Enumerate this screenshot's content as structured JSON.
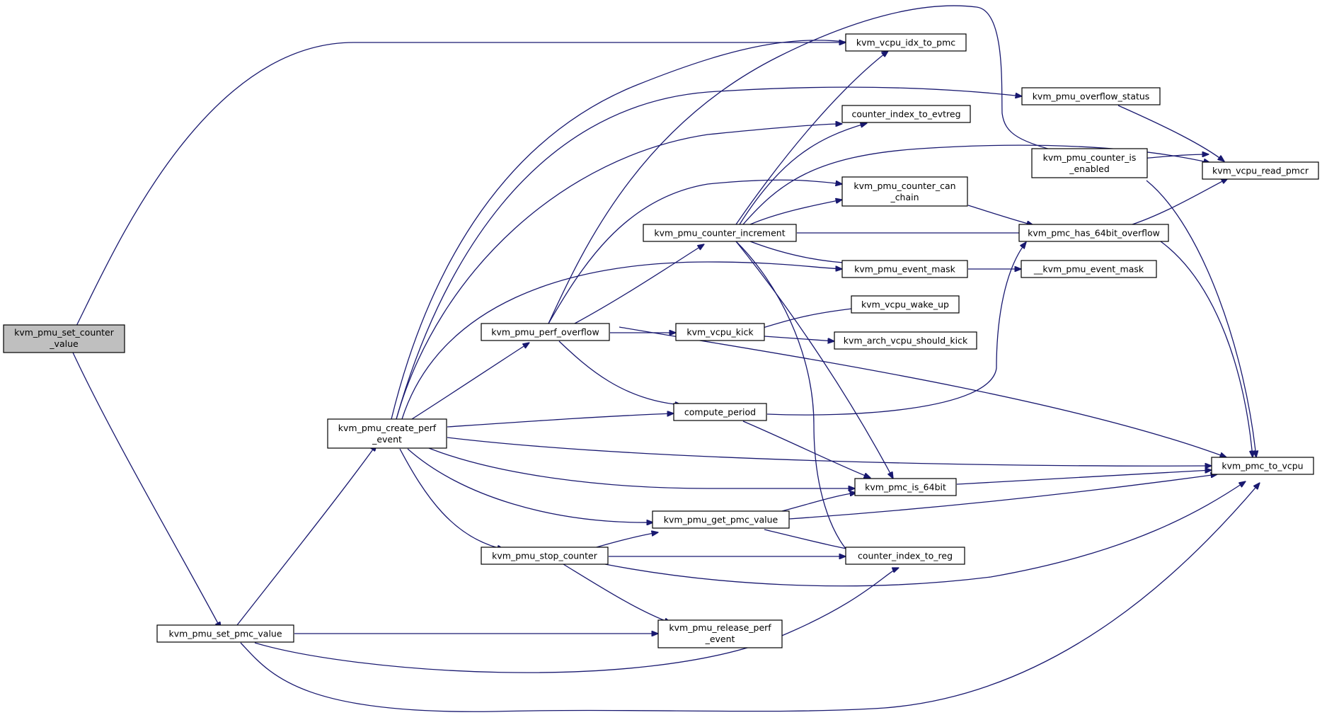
{
  "colors": {
    "edge": "#191970",
    "node_fill": "#ffffff",
    "focus_fill": "#bfbfbf",
    "border": "#000000"
  },
  "nodes": [
    {
      "id": "set_counter",
      "lines": [
        "kvm_pmu_set_counter",
        "_value"
      ],
      "focus": true
    },
    {
      "id": "create_perf",
      "lines": [
        "kvm_pmu_create_perf",
        "_event"
      ]
    },
    {
      "id": "set_pmc",
      "lines": [
        "kvm_pmu_set_pmc_value"
      ]
    },
    {
      "id": "perf_overflow",
      "lines": [
        "kvm_pmu_perf_overflow"
      ]
    },
    {
      "id": "stop_counter",
      "lines": [
        "kvm_pmu_stop_counter"
      ]
    },
    {
      "id": "counter_incr",
      "lines": [
        "kvm_pmu_counter_increment"
      ]
    },
    {
      "id": "vcpu_kick",
      "lines": [
        "kvm_vcpu_kick"
      ]
    },
    {
      "id": "compute_period",
      "lines": [
        "compute_period"
      ]
    },
    {
      "id": "get_pmc",
      "lines": [
        "kvm_pmu_get_pmc_value"
      ]
    },
    {
      "id": "release_perf",
      "lines": [
        "kvm_pmu_release_perf",
        "_event"
      ]
    },
    {
      "id": "idx_to_pmc",
      "lines": [
        "kvm_vcpu_idx_to_pmc"
      ]
    },
    {
      "id": "idx_to_evtreg",
      "lines": [
        "counter_index_to_evtreg"
      ]
    },
    {
      "id": "can_chain",
      "lines": [
        "kvm_pmu_counter_can",
        "_chain"
      ]
    },
    {
      "id": "event_mask",
      "lines": [
        "kvm_pmu_event_mask"
      ]
    },
    {
      "id": "wake_up",
      "lines": [
        "kvm_vcpu_wake_up"
      ]
    },
    {
      "id": "should_kick",
      "lines": [
        "kvm_arch_vcpu_should_kick"
      ]
    },
    {
      "id": "is_64bit",
      "lines": [
        "kvm_pmc_is_64bit"
      ]
    },
    {
      "id": "idx_to_reg",
      "lines": [
        "counter_index_to_reg"
      ]
    },
    {
      "id": "overflow_status",
      "lines": [
        "kvm_pmu_overflow_status"
      ]
    },
    {
      "id": "is_enabled",
      "lines": [
        "kvm_pmu_counter_is",
        "_enabled"
      ]
    },
    {
      "id": "has_64bit_overflow",
      "lines": [
        "kvm_pmc_has_64bit_overflow"
      ]
    },
    {
      "id": "__event_mask",
      "lines": [
        "__kvm_pmu_event_mask"
      ]
    },
    {
      "id": "read_pmcr",
      "lines": [
        "kvm_vcpu_read_pmcr"
      ]
    },
    {
      "id": "to_vcpu",
      "lines": [
        "kvm_pmc_to_vcpu"
      ]
    }
  ],
  "edges": [
    [
      "set_counter",
      "idx_to_pmc"
    ],
    [
      "set_counter",
      "set_pmc"
    ],
    [
      "set_pmc",
      "create_perf"
    ],
    [
      "set_pmc",
      "release_perf"
    ],
    [
      "set_pmc",
      "idx_to_reg"
    ],
    [
      "set_pmc",
      "to_vcpu"
    ],
    [
      "create_perf",
      "idx_to_pmc"
    ],
    [
      "create_perf",
      "overflow_status"
    ],
    [
      "create_perf",
      "idx_to_evtreg"
    ],
    [
      "create_perf",
      "event_mask"
    ],
    [
      "create_perf",
      "perf_overflow"
    ],
    [
      "create_perf",
      "compute_period"
    ],
    [
      "create_perf",
      "to_vcpu"
    ],
    [
      "create_perf",
      "is_64bit"
    ],
    [
      "create_perf",
      "get_pmc"
    ],
    [
      "create_perf",
      "stop_counter"
    ],
    [
      "perf_overflow",
      "can_chain"
    ],
    [
      "perf_overflow",
      "counter_incr"
    ],
    [
      "perf_overflow",
      "vcpu_kick"
    ],
    [
      "perf_overflow",
      "compute_period"
    ],
    [
      "perf_overflow",
      "to_vcpu"
    ],
    [
      "perf_overflow",
      "is_enabled"
    ],
    [
      "counter_incr",
      "idx_to_pmc"
    ],
    [
      "counter_incr",
      "idx_to_evtreg"
    ],
    [
      "counter_incr",
      "read_pmcr"
    ],
    [
      "counter_incr",
      "can_chain"
    ],
    [
      "counter_incr",
      "has_64bit_overflow"
    ],
    [
      "counter_incr",
      "event_mask"
    ],
    [
      "counter_incr",
      "is_64bit"
    ],
    [
      "counter_incr",
      "idx_to_reg"
    ],
    [
      "vcpu_kick",
      "wake_up"
    ],
    [
      "vcpu_kick",
      "should_kick"
    ],
    [
      "compute_period",
      "has_64bit_overflow"
    ],
    [
      "compute_period",
      "is_64bit"
    ],
    [
      "stop_counter",
      "get_pmc"
    ],
    [
      "stop_counter",
      "idx_to_reg"
    ],
    [
      "stop_counter",
      "release_perf"
    ],
    [
      "stop_counter",
      "to_vcpu"
    ],
    [
      "get_pmc",
      "is_64bit"
    ],
    [
      "get_pmc",
      "idx_to_reg"
    ],
    [
      "get_pmc",
      "to_vcpu"
    ],
    [
      "can_chain",
      "has_64bit_overflow"
    ],
    [
      "event_mask",
      "__event_mask"
    ],
    [
      "is_64bit",
      "to_vcpu"
    ],
    [
      "overflow_status",
      "read_pmcr"
    ],
    [
      "is_enabled",
      "read_pmcr"
    ],
    [
      "is_enabled",
      "to_vcpu"
    ],
    [
      "has_64bit_overflow",
      "read_pmcr"
    ],
    [
      "has_64bit_overflow",
      "to_vcpu"
    ]
  ]
}
